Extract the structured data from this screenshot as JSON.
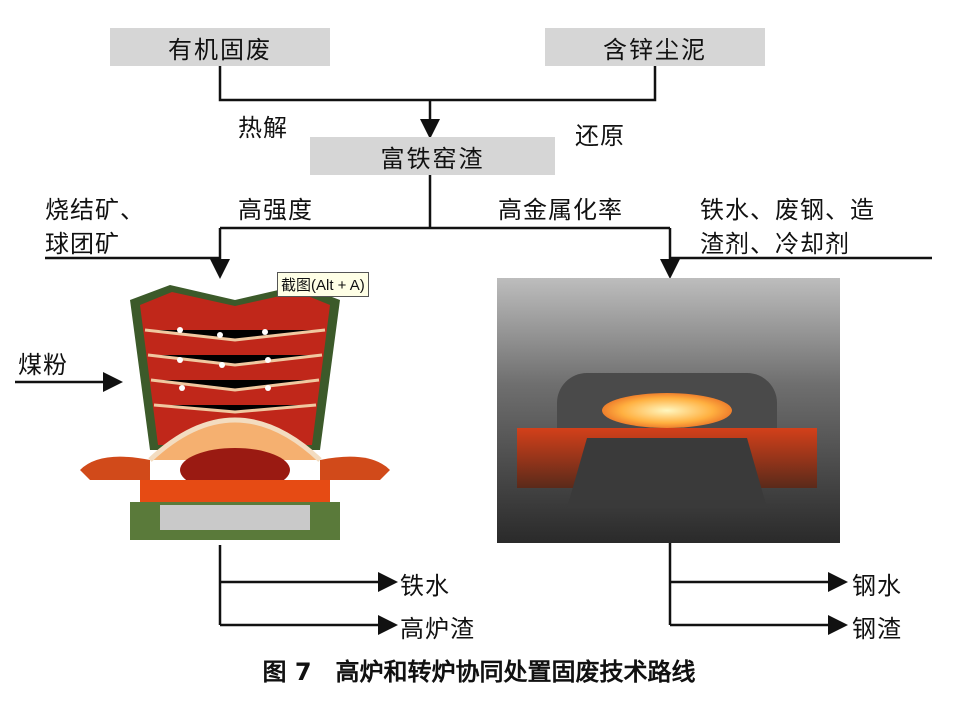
{
  "inputs": {
    "organic_waste": "有机固废",
    "zinc_dust": "含锌尘泥"
  },
  "process": {
    "pyrolysis": "热解",
    "reduction": "还原"
  },
  "product": "富铁窑渣",
  "left_branch": {
    "feature": "高强度",
    "other_feed_line1": "烧结矿、",
    "other_feed_line2": "球团矿",
    "coal": "煤粉",
    "outputs": [
      "铁水",
      "高炉渣"
    ]
  },
  "right_branch": {
    "feature": "高金属化率",
    "other_feed_line1": "铁水、废钢、造",
    "other_feed_line2": "渣剂、冷却剂",
    "outputs": [
      "钢水",
      "钢渣"
    ]
  },
  "tooltip": "截图(Alt + A)",
  "caption": "图 7　高炉和转炉协同处置固废技术路线"
}
